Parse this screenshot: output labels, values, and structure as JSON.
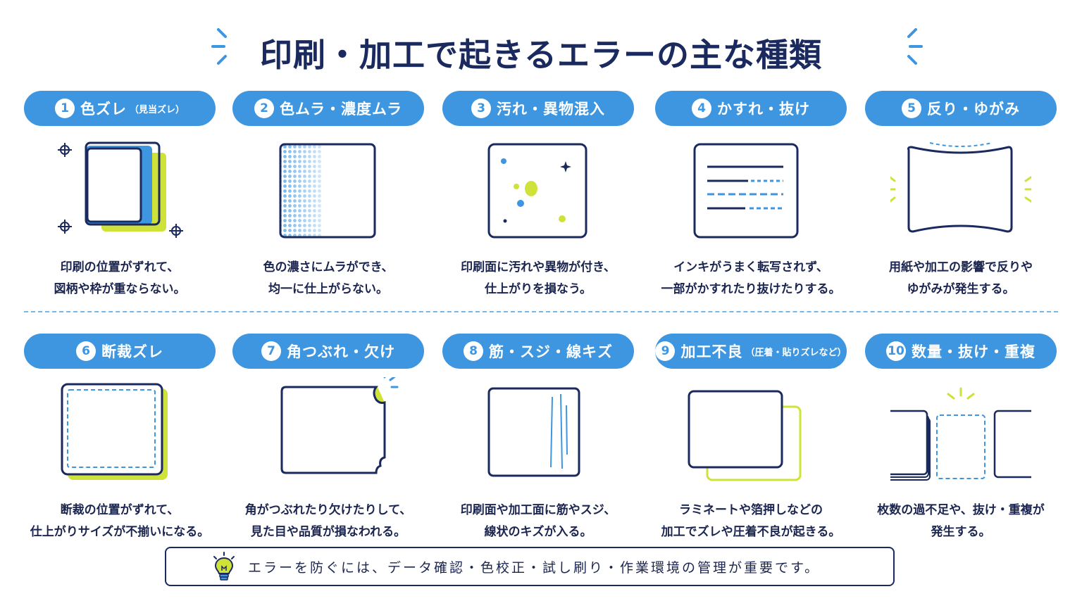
{
  "title": "印刷・加工で起きるエラーの主な種類",
  "colors": {
    "navy": "#1b2a5e",
    "blue": "#3d96df",
    "lime": "#cfe23a",
    "lightblue": "#76b7ea"
  },
  "errors": [
    {
      "num": "1",
      "label": "色ズレ",
      "sub": "（見当ズレ）",
      "icon": "misregistration-icon",
      "line1": "印刷の位置がずれて、",
      "line2": "図柄や枠が重ならない。"
    },
    {
      "num": "2",
      "label": "色ムラ・濃度ムラ",
      "sub": "",
      "icon": "density-unevenness-icon",
      "line1": "色の濃さにムラができ、",
      "line2": "均一に仕上がらない。"
    },
    {
      "num": "3",
      "label": "汚れ・異物混入",
      "sub": "",
      "icon": "stain-debris-icon",
      "line1": "印刷面に汚れや異物が付き、",
      "line2": "仕上がりを損なう。"
    },
    {
      "num": "4",
      "label": "かすれ・抜け",
      "sub": "",
      "icon": "faded-lines-icon",
      "line1": "インキがうまく転写されず、",
      "line2": "一部がかすれたり抜けたりする。"
    },
    {
      "num": "5",
      "label": "反り・ゆがみ",
      "sub": "",
      "icon": "warped-sheet-icon",
      "line1": "用紙や加工の影響で反りや",
      "line2": "ゆがみが発生する。"
    },
    {
      "num": "6",
      "label": "断裁ズレ",
      "sub": "",
      "icon": "cut-misalignment-icon",
      "line1": "断裁の位置がずれて、",
      "line2": "仕上がりサイズが不揃いになる。"
    },
    {
      "num": "7",
      "label": "角つぶれ・欠け",
      "sub": "",
      "icon": "damaged-corner-icon",
      "line1": "角がつぶれたり欠けたりして、",
      "line2": "見た目や品質が損なわれる。"
    },
    {
      "num": "8",
      "label": "筋・スジ・線キズ",
      "sub": "",
      "icon": "scratch-lines-icon",
      "line1": "印刷面や加工面に筋やスジ、",
      "line2": "線状のキズが入る。"
    },
    {
      "num": "9",
      "label": "加工不良",
      "sub": "（圧着・貼りズレなど）",
      "icon": "finishing-defect-icon",
      "line1": "ラミネートや箔押しなどの",
      "line2": "加工でズレや圧着不良が起きる。"
    },
    {
      "num": "10",
      "label": "数量・抜け・重複",
      "sub": "",
      "icon": "quantity-error-icon",
      "line1": "枚数の過不足や、抜け・重複が",
      "line2": "発生する。"
    }
  ],
  "tip": {
    "icon": "lightbulb-icon",
    "text": "エラーを防ぐには、データ確認・色校正・試し刷り・作業環境の管理が重要です。"
  }
}
